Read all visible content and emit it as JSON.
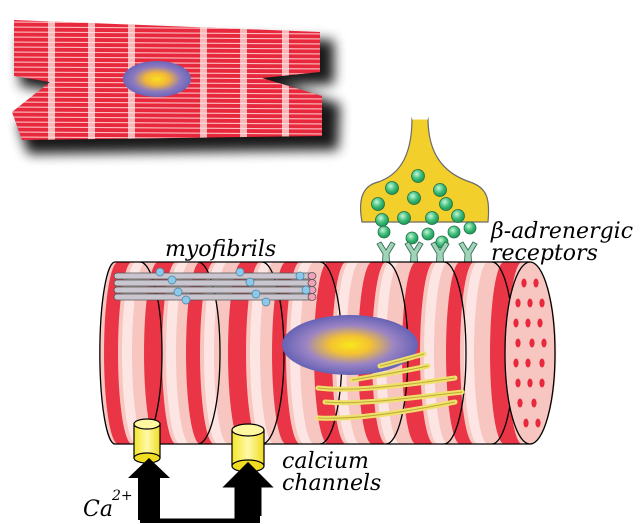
{
  "labels": {
    "myofibrils": "myofibrils",
    "receptors_line1": "β-adrenergic",
    "receptors_line2": "receptors",
    "calcium_line1": "calcium",
    "calcium_line2": "channels",
    "ion": "Ca",
    "ion_charge": "2+"
  },
  "colors": {
    "stripe_red": "#e8283c",
    "stripe_pink": "#f8c6c0",
    "nucleus_outer": "#6b67b8",
    "nucleus_core": "#f7d11e",
    "vesicle_green": "#3fbf7a",
    "terminal_yellow": "#f2cf2a",
    "channel_yellow": "#f7ee3a",
    "receptor_green": "#9fd4b8"
  }
}
